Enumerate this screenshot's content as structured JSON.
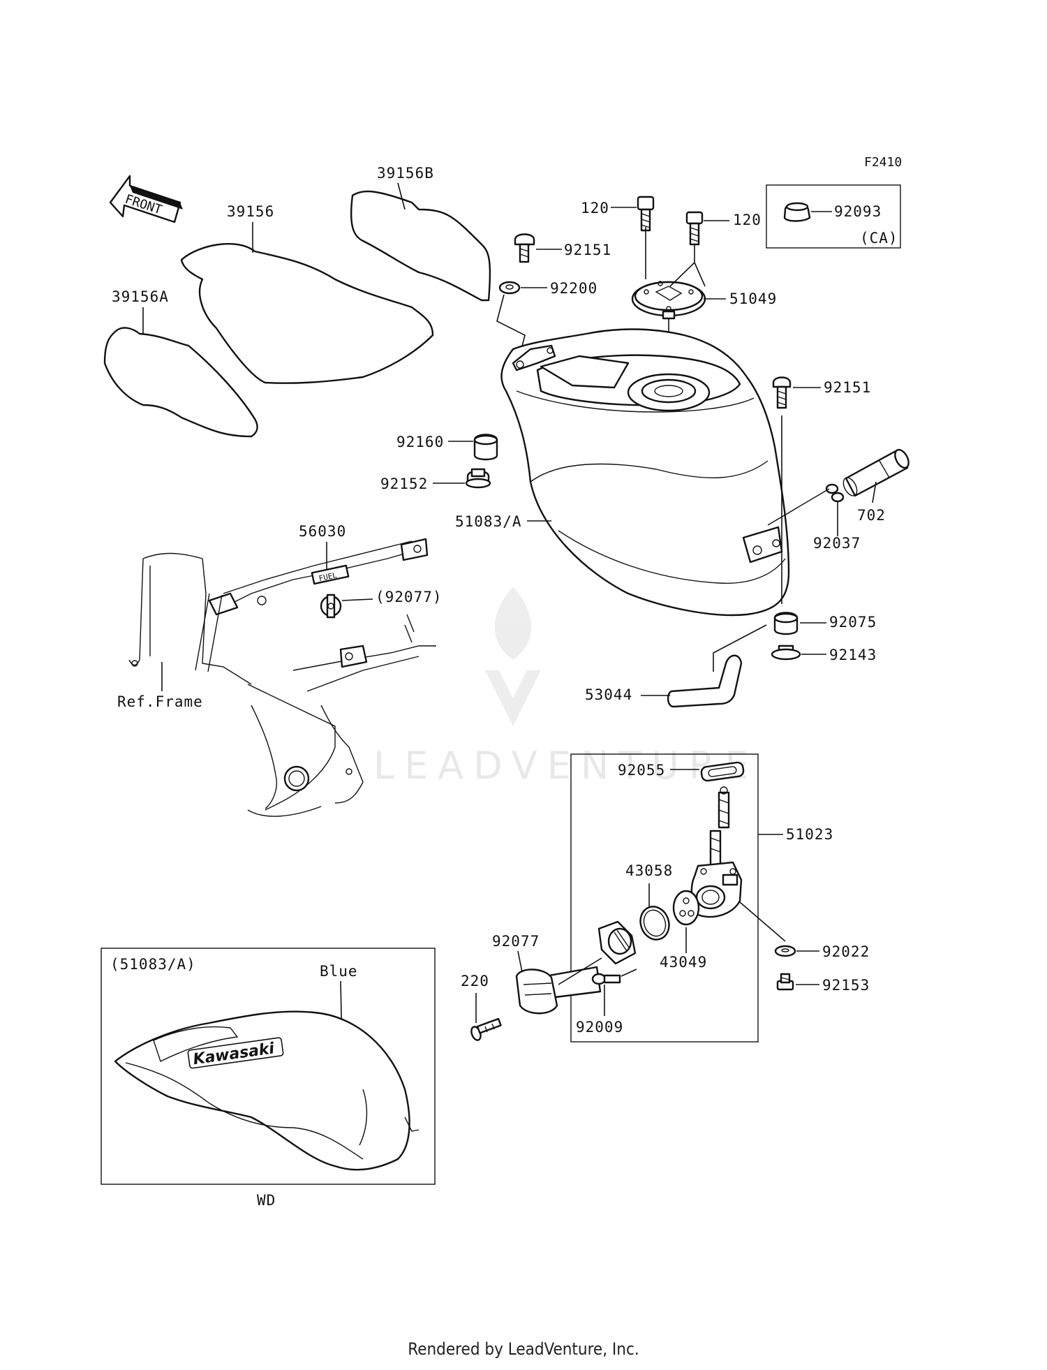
{
  "diagram_code": "F2410",
  "front_label": "FRONT",
  "watermark": "LEADVENTURE",
  "footer": "Rendered by LeadVenture, Inc.",
  "parts": {
    "p39156B": "39156B",
    "p39156": "39156",
    "p39156A": "39156A",
    "p120a": "120",
    "p120b": "120",
    "p92093": "92093",
    "ca": "(CA)",
    "p92151a": "92151",
    "p92200": "92200",
    "p51049": "51049",
    "p92151b": "92151",
    "p92160": "92160",
    "p92152": "92152",
    "p51083": "51083/A",
    "p702": "702",
    "p92037": "92037",
    "p56030": "56030",
    "p92077a": "(92077)",
    "p92075": "92075",
    "p92143": "92143",
    "refframe": "Ref.Frame",
    "p53044": "53044",
    "p92055": "92055",
    "p51023": "51023",
    "p43058": "43058",
    "p43049": "43049",
    "p92077b": "92077",
    "p220": "220",
    "p92022": "92022",
    "p92153": "92153",
    "p92009": "92009"
  },
  "inset": {
    "title": "(51083/A)",
    "color_label": "Blue",
    "brand": "Kawasaki",
    "market": "WD"
  },
  "decal_text": "FUEL"
}
